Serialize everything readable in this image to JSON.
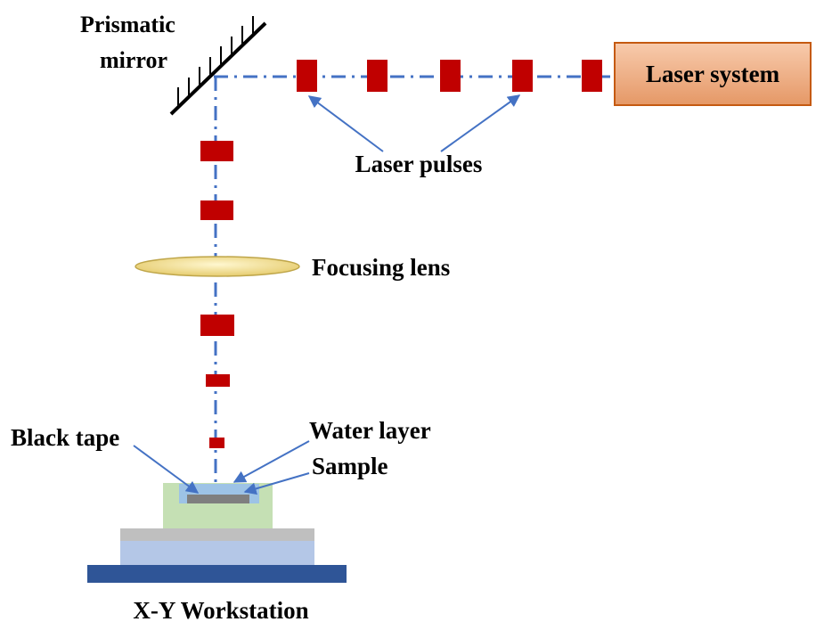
{
  "labels": {
    "prismatic_mirror_line1": "Prismatic",
    "prismatic_mirror_line2": "mirror",
    "laser_system": "Laser system",
    "laser_pulses": "Laser pulses",
    "focusing_lens": "Focusing lens",
    "black_tape": "Black tape",
    "water_layer": "Water layer",
    "sample": "Sample",
    "workstation": "X-Y Workstation"
  },
  "colors": {
    "beam": "#4472C4",
    "pulse": "#C00000",
    "arrow": "#4472C4",
    "laser_box_fill": "#F4B183",
    "laser_box_stroke": "#C55A11",
    "lens_fill": "#F2E3A0",
    "lens_stroke": "#BFA64A",
    "tape_block": "#C5E0B4",
    "water_layer": "#9DC3E6",
    "sample": "#7F7F7F",
    "stage_top": "#BFBFBF",
    "stage_middle": "#B4C7E7",
    "stage_base": "#2F5597"
  }
}
